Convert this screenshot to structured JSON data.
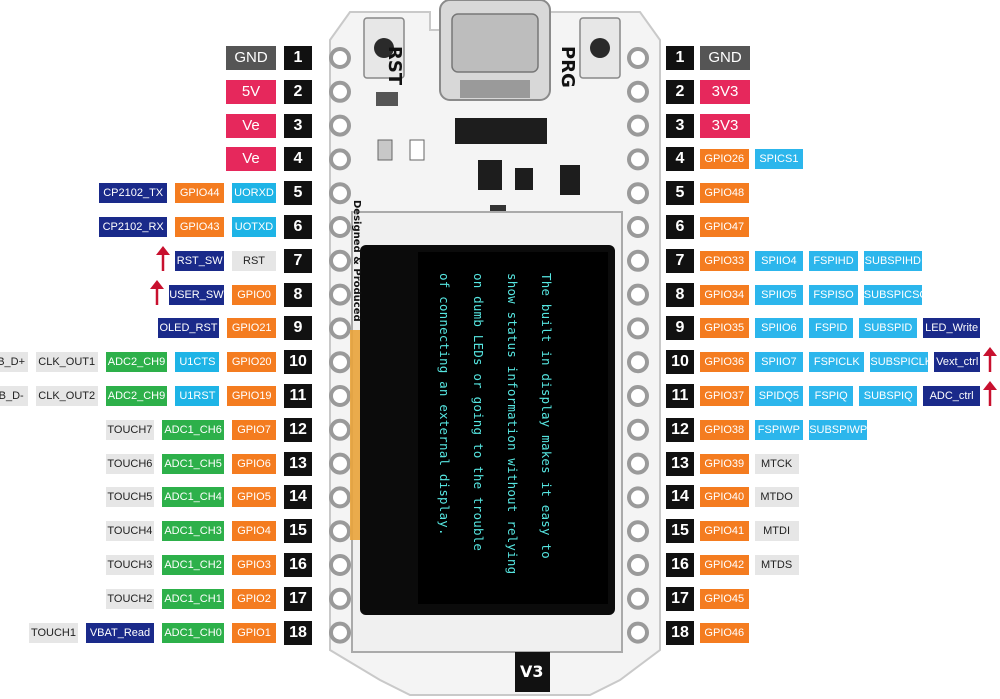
{
  "colors": {
    "gnd": "#555555",
    "power": "#e6285c",
    "gpio": "#f47c20",
    "num_bg": "#111111",
    "cp2102": "#1a2a8a",
    "uart": "#1eb4e6",
    "plain": "#e6e6e6",
    "adc": "#2db04a",
    "spi": "#2cb6ec",
    "ctrl": "#1a2a8a",
    "arrow": "#c8102e",
    "oled_text": "#56e5e0"
  },
  "left_pins": [
    {
      "num": "1",
      "labels": [
        {
          "text": "GND",
          "kind": "gnd"
        }
      ]
    },
    {
      "num": "2",
      "labels": [
        {
          "text": "5V",
          "kind": "power"
        }
      ]
    },
    {
      "num": "3",
      "labels": [
        {
          "text": "Ve",
          "kind": "power"
        }
      ]
    },
    {
      "num": "4",
      "labels": [
        {
          "text": "Ve",
          "kind": "power"
        }
      ]
    },
    {
      "num": "5",
      "labels": [
        {
          "text": "UORXD",
          "kind": "uart"
        },
        {
          "text": "GPIO44",
          "kind": "gpio"
        },
        {
          "text": "CP2102_TX",
          "kind": "cp2102"
        }
      ]
    },
    {
      "num": "6",
      "labels": [
        {
          "text": "UOTXD",
          "kind": "uart"
        },
        {
          "text": "GPIO43",
          "kind": "gpio"
        },
        {
          "text": "CP2102_RX",
          "kind": "cp2102"
        }
      ]
    },
    {
      "num": "7",
      "labels": [
        {
          "text": "RST",
          "kind": "plain"
        },
        {
          "text": "RST_SW",
          "kind": "ctrl"
        }
      ],
      "arrow": true
    },
    {
      "num": "8",
      "labels": [
        {
          "text": "GPIO0",
          "kind": "gpio"
        },
        {
          "text": "USER_SW",
          "kind": "ctrl"
        }
      ],
      "arrow": true
    },
    {
      "num": "9",
      "labels": [
        {
          "text": "GPIO21",
          "kind": "gpio"
        },
        {
          "text": "OLED_RST",
          "kind": "ctrl"
        }
      ]
    },
    {
      "num": "10",
      "labels": [
        {
          "text": "GPIO20",
          "kind": "gpio"
        },
        {
          "text": "U1CTS",
          "kind": "uart"
        },
        {
          "text": "ADC2_CH9",
          "kind": "adc"
        },
        {
          "text": "CLK_OUT1",
          "kind": "plain"
        },
        {
          "text": "USB_D+",
          "kind": "plain"
        }
      ]
    },
    {
      "num": "11",
      "labels": [
        {
          "text": "GPIO19",
          "kind": "gpio"
        },
        {
          "text": "U1RST",
          "kind": "uart"
        },
        {
          "text": "ADC2_CH9",
          "kind": "adc"
        },
        {
          "text": "CLK_OUT2",
          "kind": "plain"
        },
        {
          "text": "USB_D-",
          "kind": "plain"
        }
      ]
    },
    {
      "num": "12",
      "labels": [
        {
          "text": "GPIO7",
          "kind": "gpio"
        },
        {
          "text": "ADC1_CH6",
          "kind": "adc"
        },
        {
          "text": "TOUCH7",
          "kind": "plain"
        }
      ]
    },
    {
      "num": "13",
      "labels": [
        {
          "text": "GPIO6",
          "kind": "gpio"
        },
        {
          "text": "ADC1_CH5",
          "kind": "adc"
        },
        {
          "text": "TOUCH6",
          "kind": "plain"
        }
      ]
    },
    {
      "num": "14",
      "labels": [
        {
          "text": "GPIO5",
          "kind": "gpio"
        },
        {
          "text": "ADC1_CH4",
          "kind": "adc"
        },
        {
          "text": "TOUCH5",
          "kind": "plain"
        }
      ]
    },
    {
      "num": "15",
      "labels": [
        {
          "text": "GPIO4",
          "kind": "gpio"
        },
        {
          "text": "ADC1_CH3",
          "kind": "adc"
        },
        {
          "text": "TOUCH4",
          "kind": "plain"
        }
      ]
    },
    {
      "num": "16",
      "labels": [
        {
          "text": "GPIO3",
          "kind": "gpio"
        },
        {
          "text": "ADC1_CH2",
          "kind": "adc"
        },
        {
          "text": "TOUCH3",
          "kind": "plain"
        }
      ]
    },
    {
      "num": "17",
      "labels": [
        {
          "text": "GPIO2",
          "kind": "gpio"
        },
        {
          "text": "ADC1_CH1",
          "kind": "adc"
        },
        {
          "text": "TOUCH2",
          "kind": "plain"
        }
      ]
    },
    {
      "num": "18",
      "labels": [
        {
          "text": "GPIO1",
          "kind": "gpio"
        },
        {
          "text": "ADC1_CH0",
          "kind": "adc"
        },
        {
          "text": "VBAT_Read",
          "kind": "ctrl"
        },
        {
          "text": "TOUCH1",
          "kind": "plain"
        }
      ]
    }
  ],
  "right_pins": [
    {
      "num": "1",
      "labels": [
        {
          "text": "GND",
          "kind": "gnd"
        }
      ]
    },
    {
      "num": "2",
      "labels": [
        {
          "text": "3V3",
          "kind": "power"
        }
      ]
    },
    {
      "num": "3",
      "labels": [
        {
          "text": "3V3",
          "kind": "power"
        }
      ]
    },
    {
      "num": "4",
      "labels": [
        {
          "text": "GPIO26",
          "kind": "gpio"
        },
        {
          "text": "SPICS1",
          "kind": "spi"
        }
      ]
    },
    {
      "num": "5",
      "labels": [
        {
          "text": "GPIO48",
          "kind": "gpio"
        }
      ]
    },
    {
      "num": "6",
      "labels": [
        {
          "text": "GPIO47",
          "kind": "gpio"
        }
      ]
    },
    {
      "num": "7",
      "labels": [
        {
          "text": "GPIO33",
          "kind": "gpio"
        },
        {
          "text": "SPIIO4",
          "kind": "spi"
        },
        {
          "text": "FSPIHD",
          "kind": "spi"
        },
        {
          "text": "SUBSPIHD",
          "kind": "spi"
        }
      ]
    },
    {
      "num": "8",
      "labels": [
        {
          "text": "GPIO34",
          "kind": "gpio"
        },
        {
          "text": "SPIIO5",
          "kind": "spi"
        },
        {
          "text": "FSPISO",
          "kind": "spi"
        },
        {
          "text": "SUBSPICSO",
          "kind": "spi"
        }
      ]
    },
    {
      "num": "9",
      "labels": [
        {
          "text": "GPIO35",
          "kind": "gpio"
        },
        {
          "text": "SPIIO6",
          "kind": "spi"
        },
        {
          "text": "FSPID",
          "kind": "spi"
        },
        {
          "text": "SUBSPID",
          "kind": "spi"
        },
        {
          "text": "LED_Write",
          "kind": "ctrl"
        }
      ]
    },
    {
      "num": "10",
      "labels": [
        {
          "text": "GPIO36",
          "kind": "gpio"
        },
        {
          "text": "SPIIO7",
          "kind": "spi"
        },
        {
          "text": "FSPICLK",
          "kind": "spi"
        },
        {
          "text": "SUBSPICLK",
          "kind": "spi"
        },
        {
          "text": "Vext_ctrl",
          "kind": "ctrl"
        }
      ],
      "arrow": true
    },
    {
      "num": "11",
      "labels": [
        {
          "text": "GPIO37",
          "kind": "gpio"
        },
        {
          "text": "SPIDQ5",
          "kind": "spi"
        },
        {
          "text": "FSPIQ",
          "kind": "spi"
        },
        {
          "text": "SUBSPIQ",
          "kind": "spi"
        },
        {
          "text": "ADC_ctrl",
          "kind": "ctrl"
        }
      ],
      "arrow": true
    },
    {
      "num": "12",
      "labels": [
        {
          "text": "GPIO38",
          "kind": "gpio"
        },
        {
          "text": "FSPIWP",
          "kind": "spi"
        },
        {
          "text": "SUBSPIWP",
          "kind": "spi"
        }
      ]
    },
    {
      "num": "13",
      "labels": [
        {
          "text": "GPIO39",
          "kind": "gpio"
        },
        {
          "text": "MTCK",
          "kind": "plain"
        }
      ]
    },
    {
      "num": "14",
      "labels": [
        {
          "text": "GPIO40",
          "kind": "gpio"
        },
        {
          "text": "MTDO",
          "kind": "plain"
        }
      ]
    },
    {
      "num": "15",
      "labels": [
        {
          "text": "GPIO41",
          "kind": "gpio"
        },
        {
          "text": "MTDI",
          "kind": "plain"
        }
      ]
    },
    {
      "num": "16",
      "labels": [
        {
          "text": "GPIO42",
          "kind": "gpio"
        },
        {
          "text": "MTDS",
          "kind": "plain"
        }
      ]
    },
    {
      "num": "17",
      "labels": [
        {
          "text": "GPIO45",
          "kind": "gpio"
        }
      ]
    },
    {
      "num": "18",
      "labels": [
        {
          "text": "GPIO46",
          "kind": "gpio"
        }
      ]
    }
  ],
  "board": {
    "rst_label": "RST",
    "prg_label": "PRG",
    "version_label": "V3",
    "side_text": "Designed & Produced",
    "oled_lines": [
      "The built in display makes it easy to",
      "show status information without relying",
      "on dumb LEDs or going to the trouble",
      "of connecting an external display."
    ]
  }
}
